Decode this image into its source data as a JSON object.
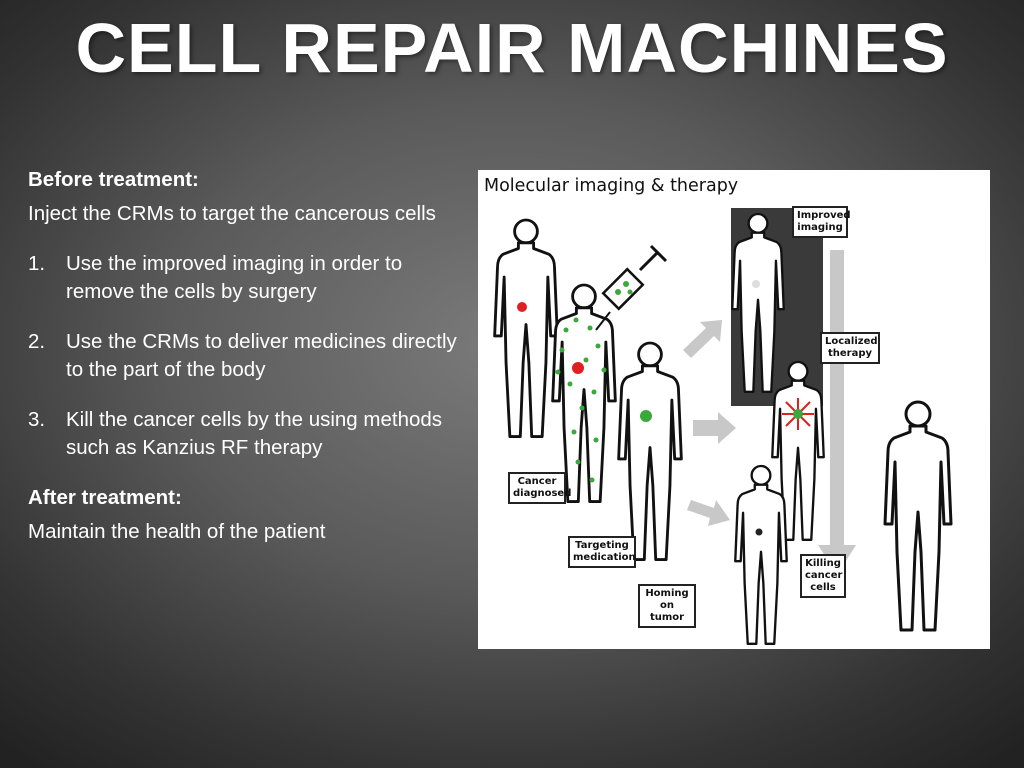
{
  "slide": {
    "title": "CELL REPAIR MACHINES",
    "before_heading": "Before treatment:",
    "before_text": "Inject the CRMs to target the cancerous cells",
    "steps": [
      {
        "num": "1.",
        "text": "Use the improved imaging in order to remove the cells by surgery"
      },
      {
        "num": "2.",
        "text": " Use the CRMs to deliver medicines directly to the part of the body"
      },
      {
        "num": "3.",
        "text": "Kill the cancer cells by the using methods such as Kanzius RF therapy"
      }
    ],
    "after_heading": "After treatment:",
    "after_text": "Maintain the health of the patient"
  },
  "figure": {
    "title": "Molecular imaging & therapy",
    "labels": {
      "cancer_diagnosed": "Cancer diagnosed",
      "targeting_medication": "Targeting medication",
      "homing_on_tumor": "Homing on tumor",
      "improved_imaging": "Improved imaging",
      "localized_therapy": "Localized therapy",
      "killing_cancer_cells": "Killing cancer cells"
    }
  },
  "colors": {
    "tumor_red": "#e02020",
    "medication_green": "#3aa83a",
    "arrow_gray": "#c8c8c8",
    "panel_dark": "#3a3a3a"
  }
}
